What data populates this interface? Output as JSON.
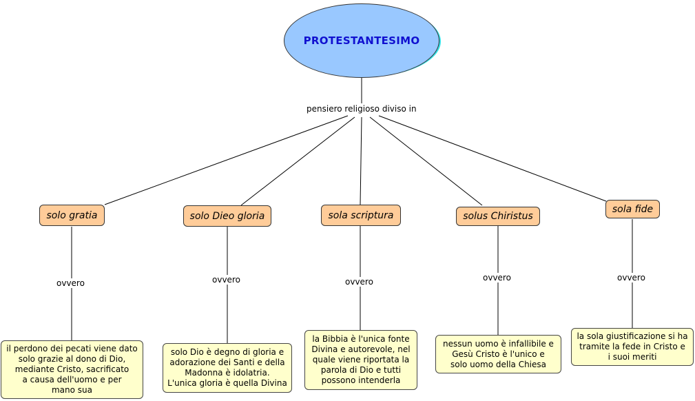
{
  "root": {
    "label": "PROTESTANTESIMO"
  },
  "root_link_label": "pensiero religioso diviso in",
  "colors": {
    "root_fill": "#99c8ff",
    "root_shadow": "#33e0e6",
    "root_text": "#1010d0",
    "concept_fill": "#ffcc99",
    "leaf_fill": "#ffffcc"
  },
  "branches": [
    {
      "concept": "solo gratia",
      "link_label": "ovvero",
      "description": "il perdono dei pecati viene dato\nsolo grazie al dono di Dio,\nmediante Cristo, sacrificato\na causa dell'uomo e per\nmano sua"
    },
    {
      "concept": "solo Dieo gloria",
      "link_label": "ovvero",
      "description": "solo Dio è degno di gloria e\nadorazione dei Santi e della\nMadonna è idolatria.\nL'unica gloria è quella Divina"
    },
    {
      "concept": "sola scriptura",
      "link_label": "ovvero",
      "description": "la Bibbia è l'unica fonte\nDivina e autorevole, nel\nquale viene riportata la\nparola di Dio e tutti\npossono intenderla"
    },
    {
      "concept": "solus Chiristus",
      "link_label": "ovvero",
      "description": "nessun uomo è infallibile e\nGesù Cristo è l'unico e\nsolo uomo della Chiesa"
    },
    {
      "concept": "sola fide",
      "link_label": "ovvero",
      "description": "la sola giustificazione si ha\ntramite la fede in Cristo e\ni suoi meriti"
    }
  ]
}
